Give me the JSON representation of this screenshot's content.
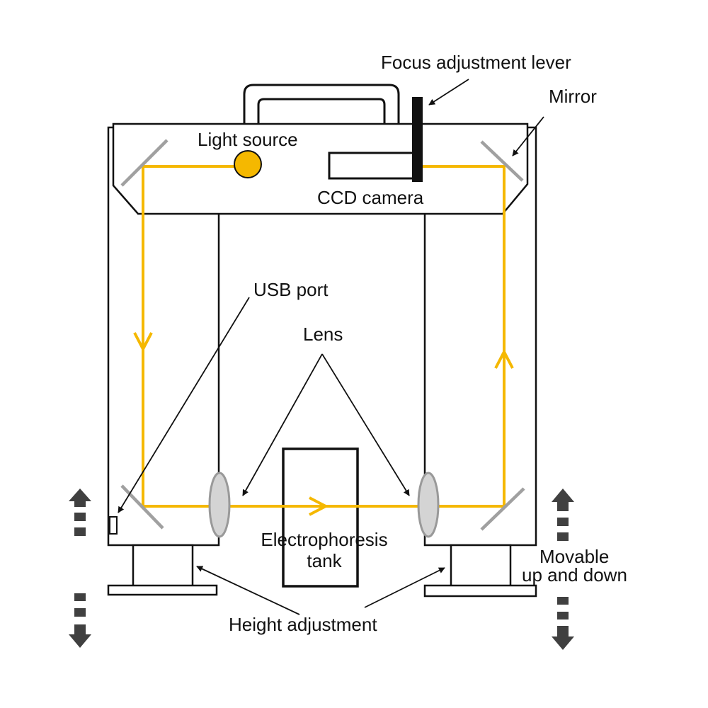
{
  "labels": {
    "focus_lever": "Focus adjustment lever",
    "mirror": "Mirror",
    "light_source": "Light source",
    "ccd_camera": "CCD camera",
    "usb_port": "USB port",
    "lens": "Lens",
    "tank_line1": "Electrophoresis",
    "tank_line2": "tank",
    "movable_line1": "Movable",
    "movable_line2": "up and down",
    "height_adjustment": "Height adjustment"
  },
  "colors": {
    "light_path": "#f5b800",
    "outline": "#111111",
    "mirror": "#a0a0a0",
    "lens_fill": "#d4d4d4",
    "lens_stroke": "#999999",
    "arrow_dark": "#404040"
  }
}
